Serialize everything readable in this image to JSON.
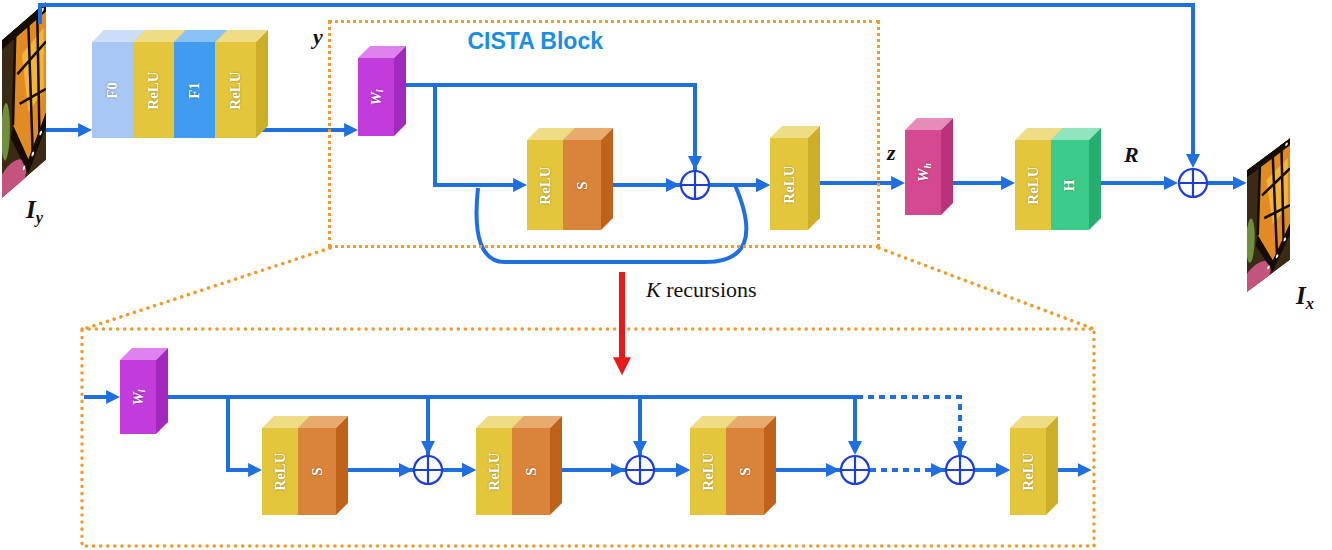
{
  "diagram": {
    "nodes": [
      {
        "text": [
          "F0"
        ]
      },
      {
        "text": [
          "ReLU"
        ]
      },
      {
        "text": [
          "F1"
        ]
      },
      {
        "text": [
          "ReLU"
        ]
      },
      {
        "text": [
          "CISTA Block"
        ]
      },
      {
        "text": [
          "Wl"
        ],
        "in": 4
      },
      {
        "text": [
          "ReLU"
        ],
        "in": 4
      },
      {
        "text": [
          "S"
        ],
        "in": 4
      },
      {
        "text": [
          "ReLU"
        ],
        "in": 4
      },
      {
        "text": [
          "Wh"
        ]
      },
      {
        "text": [
          "ReLU"
        ]
      },
      {
        "text": [
          "H"
        ]
      },
      {
        "text": [
          "Wl"
        ]
      },
      {
        "text": [
          "ReLU"
        ]
      },
      {
        "text": [
          "S"
        ]
      },
      {
        "text": [
          "ReLU"
        ]
      },
      {
        "text": [
          "S"
        ]
      },
      {
        "text": [
          "ReLU"
        ]
      },
      {
        "text": [
          "S"
        ]
      },
      {
        "text": [
          "ReLU"
        ]
      }
    ],
    "edges": [
      {
        "from": 3,
        "to": 5,
        "arrow": "to"
      },
      {
        "from": 5,
        "to": 6,
        "arrow": "to"
      },
      {
        "from": 5,
        "to": 8,
        "arrow": "to"
      },
      {
        "from": 7,
        "to": 8,
        "arrow": "to"
      },
      {
        "from": 8,
        "to": 9,
        "arrow": "to"
      },
      {
        "from": 9,
        "to": 10,
        "arrow": "to"
      },
      {
        "from": 12,
        "to": 13,
        "arrow": "to"
      },
      {
        "from": 12,
        "to": 15,
        "arrow": "to"
      },
      {
        "from": 14,
        "to": 15,
        "arrow": "to"
      },
      {
        "from": 12,
        "to": 17,
        "arrow": "to"
      },
      {
        "from": 16,
        "to": 17,
        "arrow": "to"
      },
      {
        "from": 12,
        "to": 19,
        "arrow": "to"
      },
      {
        "from": 18,
        "to": 19,
        "arrow": "to"
      }
    ],
    "labels": [
      "Iy",
      "y",
      "z",
      "R",
      "Ix",
      "K recursions"
    ]
  }
}
